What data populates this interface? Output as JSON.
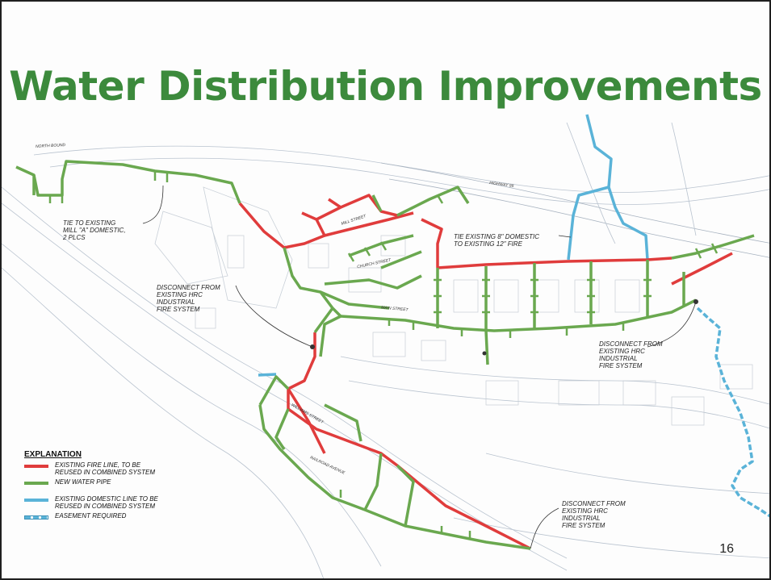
{
  "title": "Water Distribution Improvements",
  "page_number": "16",
  "colors": {
    "title": "#3c8a3c",
    "fire_line": "#e03c3c",
    "new_pipe": "#6aa84f",
    "domestic_line": "#5ab3d8"
  },
  "annotations": {
    "tie_mill": "TIE TO EXISTING\nMILL \"A\" DOMESTIC,\n2 PLCS",
    "tie_domestic": "TIE EXISTING 8\" DOMESTIC\nTO EXISTING 12\" FIRE",
    "disconnect_1": "DISCONNECT FROM\nEXISTING HRC\nINDUSTRIAL\nFIRE SYSTEM",
    "disconnect_2": "DISCONNECT FROM\nEXISTING HRC\nINDUSTRIAL\nFIRE SYSTEM",
    "disconnect_3": "DISCONNECT FROM\nEXISTING HRC\nINDUSTRIAL\nFIRE SYSTEM"
  },
  "labels": {
    "north_bound": "NORTH BOUND",
    "highway": "HIGHWAY 99",
    "mill_street": "MILL STREET",
    "church_street": "CHURCH STREET",
    "main_street": "MAIN STREET",
    "williams_street": "WILLIAMS STREET",
    "railroad_avenue": "RAILROAD AVENUE"
  },
  "legend": {
    "title": "EXPLANATION",
    "items": [
      {
        "label": "EXISTING FIRE LINE, TO BE\nREUSED IN COMBINED SYSTEM"
      },
      {
        "label": "NEW WATER PIPE"
      },
      {
        "label": "EXISTING DOMESTIC LINE TO BE\nREUSED IN COMBINED SYSTEM"
      },
      {
        "label": "EASEMENT REQUIRED"
      }
    ]
  }
}
